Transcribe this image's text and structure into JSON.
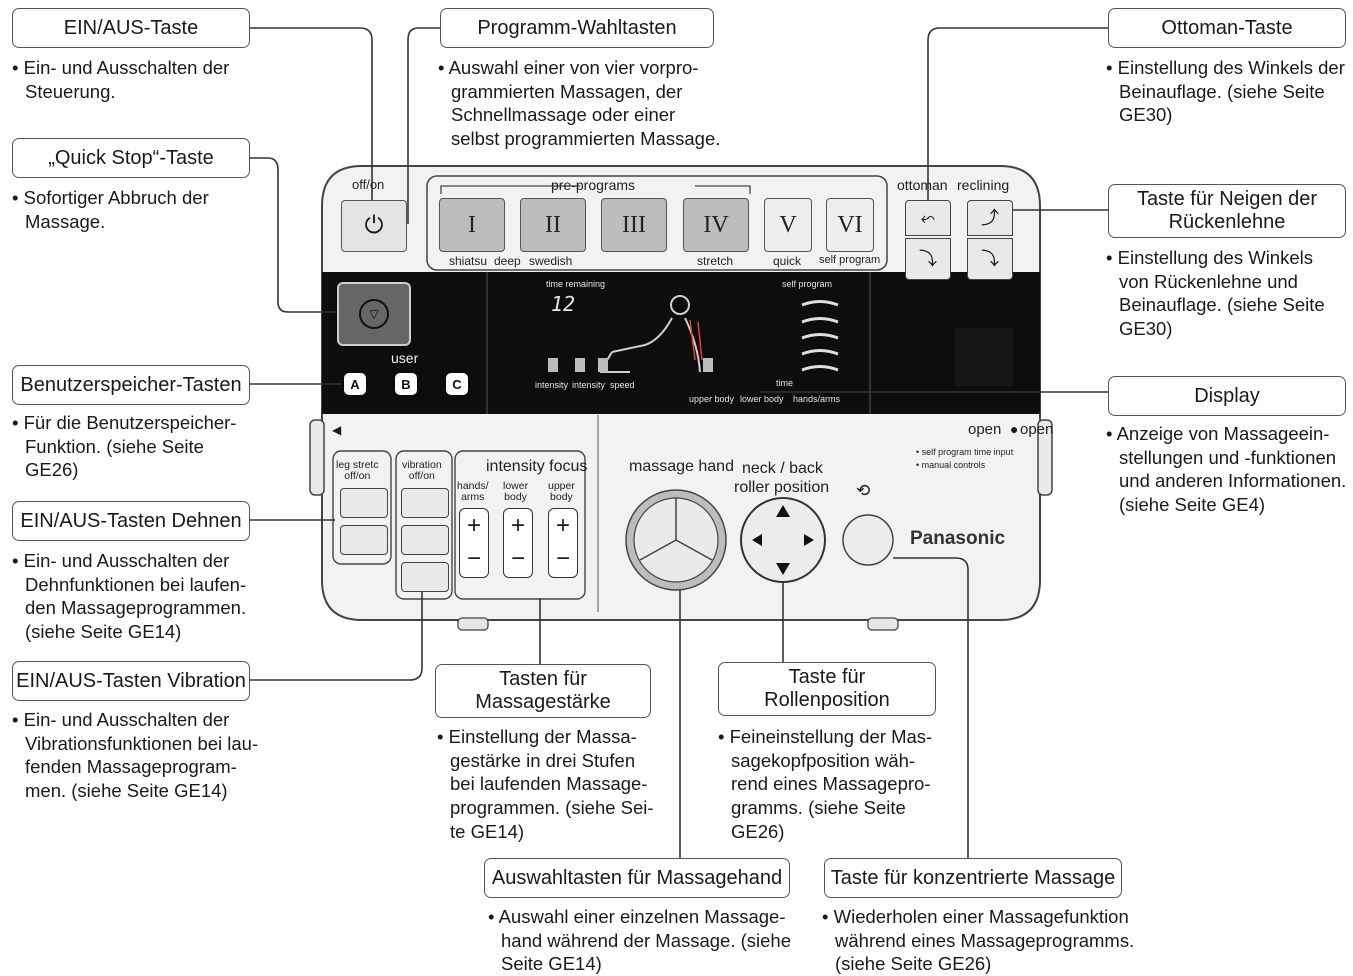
{
  "device": {
    "off_on": "off/on",
    "pre_programs": "pre-programs",
    "program_buttons": [
      "I",
      "II",
      "III",
      "IV",
      "V",
      "VI"
    ],
    "program_labels": {
      "shiatsu": "shiatsu",
      "deep": "deep",
      "swedish": "swedish",
      "stretch": "stretch",
      "quick": "quick",
      "self_program": "self program"
    },
    "ottoman": "ottoman",
    "reclining": "reclining",
    "user": "user",
    "user_keys": [
      "A",
      "B",
      "C"
    ],
    "display": {
      "time_remaining": "time remaining",
      "time_value": "12",
      "self_program": "self program",
      "intensity": "intensity",
      "intensity2": "intensity",
      "speed": "speed",
      "time": "time",
      "upper_body": "upper body",
      "lower_body": "lower body",
      "hands_arms": "hands/arms"
    },
    "open": "open",
    "open2": "open",
    "self_program_time_input": "• self program time input",
    "manual_controls": "• manual controls",
    "leg_stretch": "leg stretc\noff/on",
    "vibration": "vibration\noff/on",
    "intensity_focus": "intensity focus",
    "focus_hands_arms": "hands/\narms",
    "focus_lower_body": "lower\nbody",
    "focus_upper_body": "upper\nbody",
    "massage_hand": "massage hand",
    "neck_back": "neck / back",
    "roller_position": "roller position",
    "brand": "Panasonic"
  },
  "callouts": {
    "ein_aus": {
      "title": "EIN/AUS-Taste",
      "desc": "• Ein- und Ausschalten der\nSteuerung."
    },
    "quick_stop": {
      "title": "„Quick Stop“-Taste",
      "desc": "• Sofortiger Abbruch der\nMassage."
    },
    "benutzer": {
      "title": "Benutzerspeicher-Tasten",
      "desc": "• Für die Benutzerspeicher-\nFunktion. (siehe Seite\nGE26)"
    },
    "dehnen": {
      "title": "EIN/AUS-Tasten Dehnen",
      "desc": "• Ein- und Ausschalten der\nDehnfunktionen bei laufen-\nden Massageprogrammen.\n(siehe Seite GE14)"
    },
    "vibration": {
      "title": "EIN/AUS-Tasten Vibration",
      "desc": "• Ein- und Ausschalten der\nVibrationsfunktionen bei lau-\nfenden Massageprogram-\nmen. (siehe Seite GE14)"
    },
    "programm": {
      "title": "Programm-Wahltasten",
      "desc": "• Auswahl einer von vier vorpro-\ngrammierten Massagen, der\nSchnellmassage oder einer\nselbst programmierten Massage."
    },
    "ottoman": {
      "title": "Ottoman-Taste",
      "desc": "• Einstellung des Winkels der\nBeinauflage. (siehe Seite\nGE30)"
    },
    "neigen": {
      "title": "Taste für Neigen der\nRückenlehne",
      "desc": "• Einstellung des Winkels\nvon Rückenlehne und\nBeinauflage. (siehe Seite\nGE30)"
    },
    "display": {
      "title": "Display",
      "desc": "• Anzeige von Massageein-\nstellungen und -funktionen\nund anderen Informationen.\n(siehe Seite GE4)"
    },
    "staerke": {
      "title": "Tasten für\nMassagestärke",
      "desc": "• Einstellung der Massa-\ngestärke in drei Stufen\nbei laufenden Massage-\nprogrammen. (siehe Sei-\nte GE14)"
    },
    "rolle": {
      "title": "Taste für\nRollenposition",
      "desc": "• Feineinstellung der Mas-\nsagekopfposition wäh-\nrend eines Massagepro-\ngramms. (siehe Seite\nGE26)"
    },
    "hand": {
      "title": "Auswahltasten für Massagehand",
      "desc": "• Auswahl einer einzelnen Massage-\nhand während der Massage. (siehe\nSeite GE14)"
    },
    "konzentriert": {
      "title": "Taste für konzentrierte Massage",
      "desc": "• Wiederholen einer Massagefunktion\nwährend eines Massageprogramms.\n(siehe Seite GE26)"
    }
  }
}
